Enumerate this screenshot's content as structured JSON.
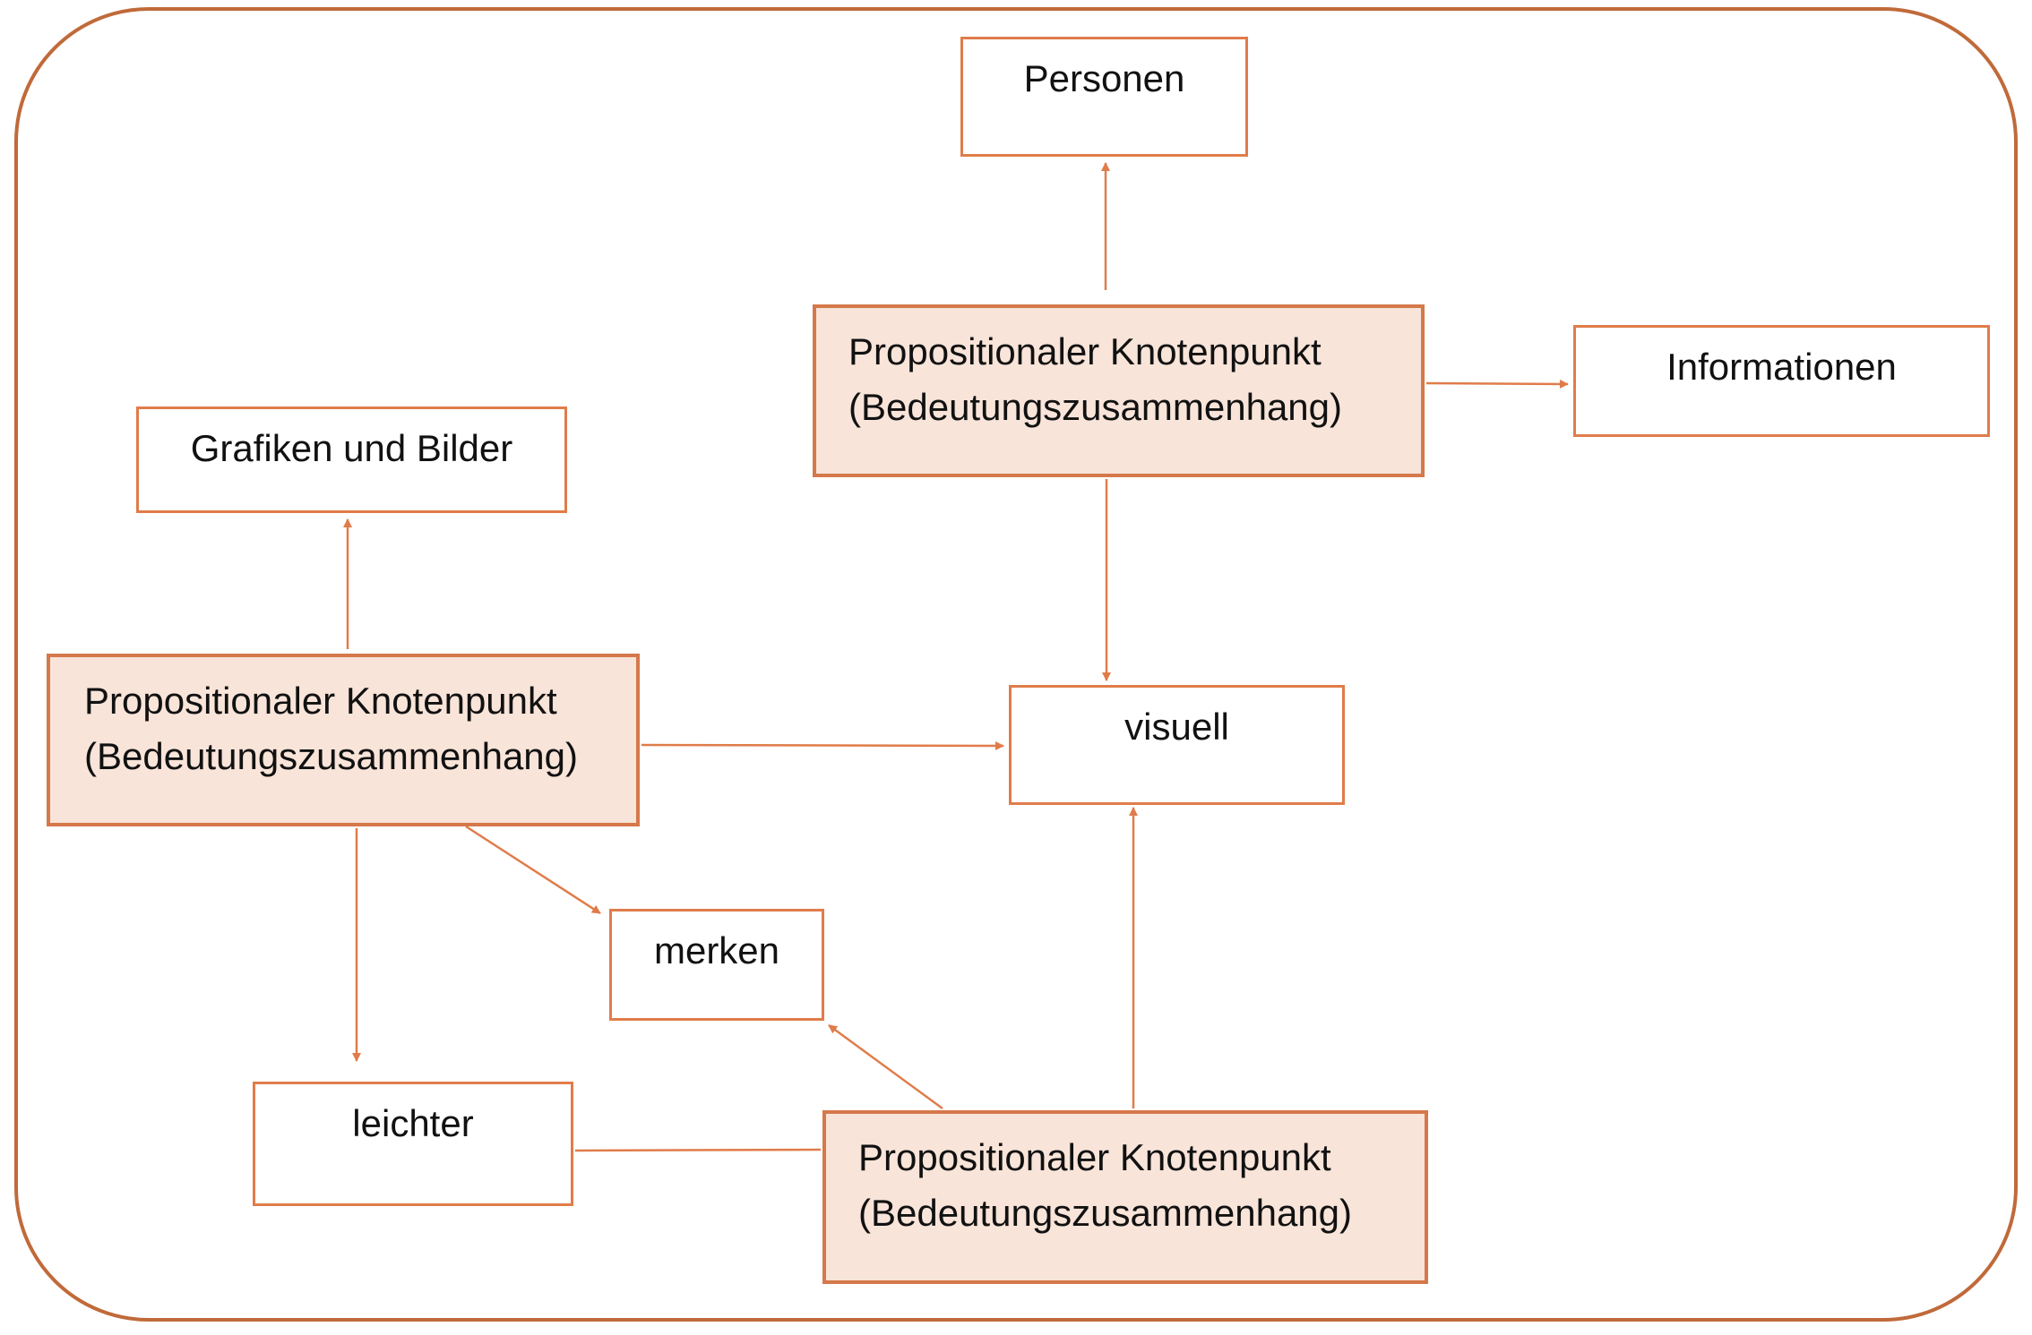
{
  "colors": {
    "frame": "#c06a3a",
    "connector": "#e07c4a",
    "box_border": "#e07c4a",
    "prop_fill": "#f8e4d9",
    "prop_border": "#d5784a",
    "text": "#111111"
  },
  "nodes": {
    "personen": {
      "label": "Personen"
    },
    "informationen": {
      "label": "Informationen"
    },
    "grafiken": {
      "label": "Grafiken und Bilder"
    },
    "visuell": {
      "label": "visuell"
    },
    "merken": {
      "label": "merken"
    },
    "leichter": {
      "label": "leichter"
    },
    "prop_top": {
      "line1": "Propositionaler Knotenpunkt",
      "line2": "(Bedeutungszusammenhang)"
    },
    "prop_left": {
      "line1": "Propositionaler Knotenpunkt",
      "line2": "(Bedeutungszusammenhang)"
    },
    "prop_bottom": {
      "line1": "Propositionaler Knotenpunkt",
      "line2": "(Bedeutungszusammenhang)"
    }
  },
  "edges": [
    {
      "from": "prop_top",
      "to": "personen",
      "arrow": true
    },
    {
      "from": "prop_top",
      "to": "informationen",
      "arrow": true
    },
    {
      "from": "prop_top",
      "to": "visuell",
      "arrow": true
    },
    {
      "from": "prop_left",
      "to": "grafiken",
      "arrow": true
    },
    {
      "from": "prop_left",
      "to": "visuell",
      "arrow": true
    },
    {
      "from": "prop_left",
      "to": "merken",
      "arrow": true
    },
    {
      "from": "prop_left",
      "to": "leichter",
      "arrow": true
    },
    {
      "from": "prop_bottom",
      "to": "merken",
      "arrow": true
    },
    {
      "from": "prop_bottom",
      "to": "visuell",
      "arrow": true
    },
    {
      "from": "prop_bottom",
      "to": "leichter",
      "arrow": false
    }
  ]
}
